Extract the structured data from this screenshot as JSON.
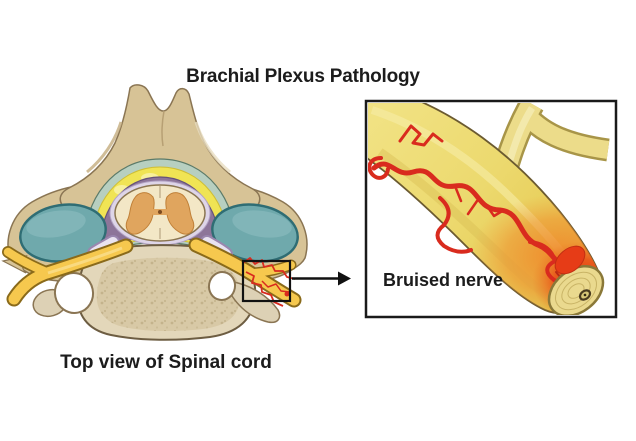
{
  "title": "Brachial Plexus Pathology",
  "caption": "Top view of Spinal cord",
  "inset": {
    "label": "Bruised nerve"
  },
  "figure": {
    "icons": [
      "zoom-arrow-icon",
      "bruise-selection-box"
    ],
    "parts": [
      "spinous-process",
      "vertebral-arch",
      "facet-joint-left",
      "facet-joint-right",
      "ligamentum-flavum",
      "epidural-space",
      "spinal-cord",
      "gray-matter",
      "vertebral-body",
      "transverse-foramen-left",
      "transverse-foramen-right",
      "nerve-root-left",
      "nerve-root-right",
      "bruised-nerve",
      "nerve-cross-section"
    ]
  },
  "colors": {
    "background": "#ffffff",
    "text": "#1c1c1c",
    "bone": "#d7c396",
    "bone_outline": "#8a7553",
    "vertebral_body": "#e3d7ba",
    "facet_teal": "#6fa9ac",
    "ligament_yellow": "#f0e454",
    "dura_purple": "#8d7599",
    "cord_cream": "#f3e7c6",
    "gray_matter_orange": "#e0a55e",
    "nerve_yellow": "#f6c84e",
    "inset_nerve_yellow": "#ecdc8a",
    "vessel_red": "#d92b1e",
    "bruise_red": "#e63c17"
  }
}
